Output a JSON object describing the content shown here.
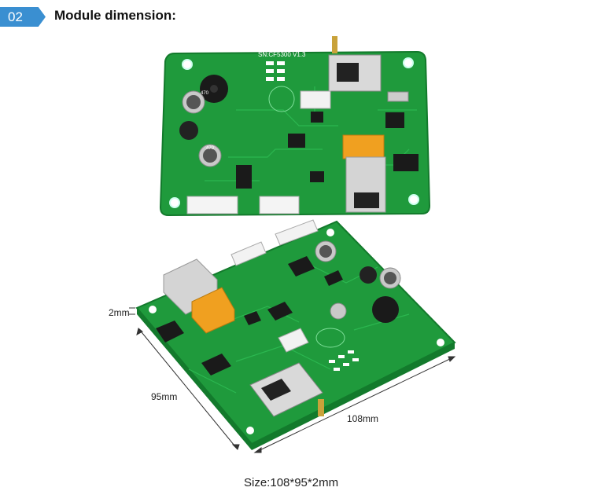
{
  "header": {
    "badge": "02",
    "title": "Module dimension:"
  },
  "dimensions": {
    "height_label": "2mm",
    "width_label": "95mm",
    "length_label": "108mm"
  },
  "caption": "Size:108*95*2mm",
  "board_top": {
    "silkscreen": "SN:CF5300 V1.3",
    "cap1": "470\n35V\nRVT",
    "cap2": "470\n35V\nRVT"
  },
  "colors": {
    "pcb": "#1f9a3c",
    "pcb_dark": "#137a2c",
    "badge": "#3a8fd1",
    "relay": "#f0a020",
    "connector": "#f2f2f2"
  }
}
